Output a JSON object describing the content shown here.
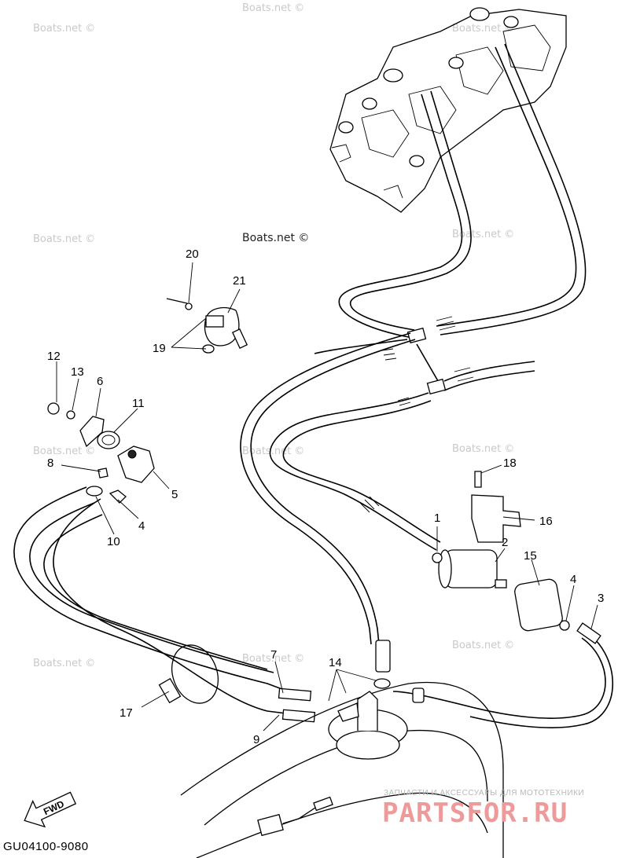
{
  "diagram": {
    "part_labels": [
      "1",
      "2",
      "3",
      "4",
      "4",
      "5",
      "6",
      "7",
      "8",
      "9",
      "10",
      "11",
      "12",
      "13",
      "14",
      "15",
      "16",
      "17",
      "18",
      "19",
      "20",
      "21"
    ],
    "drawing_code": "GU04100-9080",
    "fwd_label": "FWD",
    "watermarks": [
      "Boats.net ©",
      "Boats.net ©",
      "Boats.net ©",
      "Boats.net ©",
      "Boats.net ©",
      "Boats.net ©",
      "Boats.net ©",
      "Boats.net ©",
      "Boats.net ©",
      "Boats.net ©",
      "Boats.net ©"
    ],
    "main_watermark": "Boats.net ©",
    "brand_tagline": "ЗАПЧАСТИ И АКСЕССУАРЫ ДЛЯ МОТОТЕХНИКИ",
    "brand_name": "PARTSFOR.RU"
  }
}
